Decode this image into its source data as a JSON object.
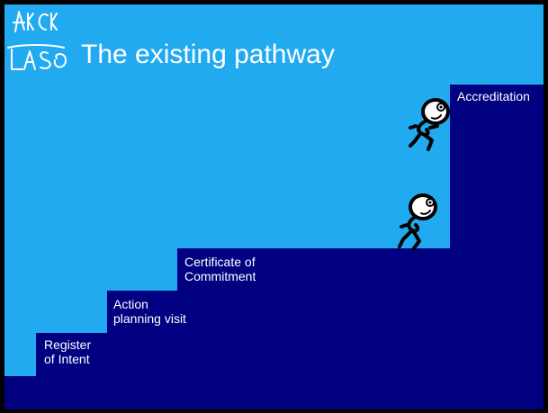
{
  "slide": {
    "title": "The existing pathway",
    "background_color": "#000000",
    "sky_color": "#22AAF0",
    "stairs_color": "#000080"
  },
  "steps": [
    {
      "label_line1": "Register",
      "label_line2": "of Intent"
    },
    {
      "label_line1": "Action",
      "label_line2": "planning visit"
    },
    {
      "label_line1": "Certificate of",
      "label_line2": "Commitment"
    },
    {
      "label_line1": "Accreditation",
      "label_line2": ""
    }
  ],
  "figures": [
    {
      "icon": "stick-figure-climbing-icon"
    },
    {
      "icon": "stick-figure-walking-icon"
    }
  ],
  "logo": {
    "icon": "hand-drawn-logo-icon"
  }
}
